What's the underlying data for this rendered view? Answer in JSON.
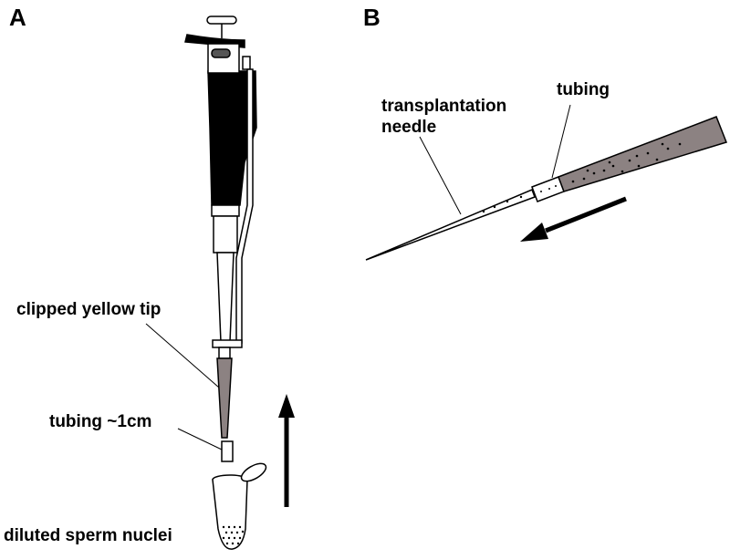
{
  "panels": {
    "a": "A",
    "b": "B"
  },
  "labels": {
    "clipped_tip": "clipped yellow tip",
    "tubing_a": "tubing ~1cm",
    "sperm": "diluted sperm nuclei",
    "needle_line1": "transplantation",
    "needle_line2": "needle",
    "tubing_b": "tubing"
  },
  "colors": {
    "ink": "#000000",
    "fill_dark": "#000000",
    "fill_gray": "#8c8282",
    "grip_gray": "#555555"
  }
}
